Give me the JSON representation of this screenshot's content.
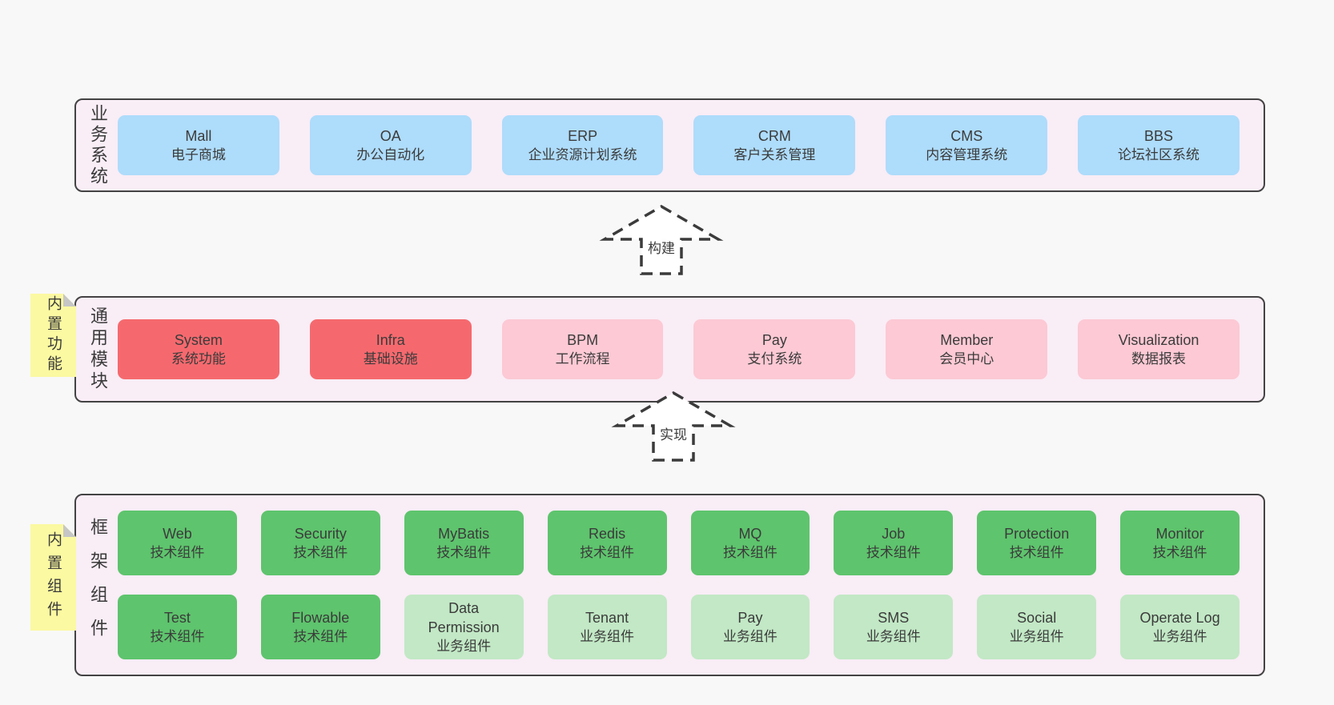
{
  "colors": {
    "page_bg": "#f8f8f8",
    "band_bg": "#f9edf6",
    "band_border": "#434343",
    "blue": "#aedcfb",
    "red": "#f5696e",
    "pink": "#fcc9d4",
    "green": "#5ec46d",
    "light_green": "#c2e8c5",
    "sticky_yellow": "#fbf9a1",
    "sticky_fold": "#c6c6c6",
    "text": "#3b3b3b"
  },
  "arrows": {
    "build": "构建",
    "implement": "实现"
  },
  "stickies": {
    "features": "内置功能",
    "components": "内置组件"
  },
  "bands": {
    "business": {
      "label": "业务系统",
      "boxes": [
        {
          "en": "Mall",
          "zh": "电子商城"
        },
        {
          "en": "OA",
          "zh": "办公自动化"
        },
        {
          "en": "ERP",
          "zh": "企业资源计划系统"
        },
        {
          "en": "CRM",
          "zh": "客户关系管理"
        },
        {
          "en": "CMS",
          "zh": "内容管理系统"
        },
        {
          "en": "BBS",
          "zh": "论坛社区系统"
        }
      ]
    },
    "modules": {
      "label": "通用模块",
      "boxes": [
        {
          "en": "System",
          "zh": "系统功能"
        },
        {
          "en": "Infra",
          "zh": "基础设施"
        },
        {
          "en": "BPM",
          "zh": "工作流程"
        },
        {
          "en": "Pay",
          "zh": "支付系统"
        },
        {
          "en": "Member",
          "zh": "会员中心"
        },
        {
          "en": "Visualization",
          "zh": "数据报表"
        }
      ]
    },
    "framework": {
      "label": "框架组件",
      "rows": [
        [
          {
            "en": "Web",
            "zh": "技术组件"
          },
          {
            "en": "Security",
            "zh": "技术组件"
          },
          {
            "en": "MyBatis",
            "zh": "技术组件"
          },
          {
            "en": "Redis",
            "zh": "技术组件"
          },
          {
            "en": "MQ",
            "zh": "技术组件"
          },
          {
            "en": "Job",
            "zh": "技术组件"
          },
          {
            "en": "Protection",
            "zh": "技术组件"
          },
          {
            "en": "Monitor",
            "zh": "技术组件"
          }
        ],
        [
          {
            "en": "Test",
            "zh": "技术组件"
          },
          {
            "en": "Flowable",
            "zh": "技术组件"
          },
          {
            "en": "Data Permission",
            "zh": "业务组件"
          },
          {
            "en": "Tenant",
            "zh": "业务组件"
          },
          {
            "en": "Pay",
            "zh": "业务组件"
          },
          {
            "en": "SMS",
            "zh": "业务组件"
          },
          {
            "en": "Social",
            "zh": "业务组件"
          },
          {
            "en": "Operate Log",
            "zh": "业务组件"
          }
        ]
      ]
    }
  }
}
